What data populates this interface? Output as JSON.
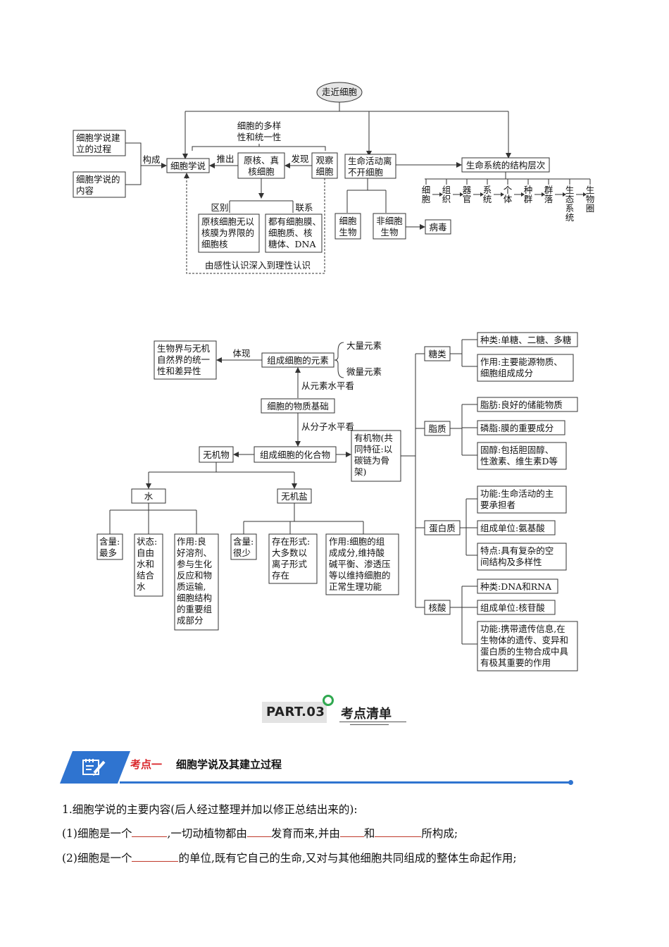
{
  "diagram1": {
    "root": "走近细胞",
    "diversity": [
      "细胞的多样",
      "性和统一性"
    ],
    "theory_process": [
      "细胞学说建",
      "立的过程"
    ],
    "theory_content": [
      "细胞学说的",
      "内容"
    ],
    "constitute": "构成",
    "cell_theory": "细胞学说",
    "infer": "推出",
    "pro_eu": [
      "原核、真",
      "核细胞"
    ],
    "discover": "发现",
    "observe": [
      "观察",
      "细胞"
    ],
    "difference": "区别",
    "connection": "联系",
    "diff_detail": [
      "原核细胞无以",
      "核膜为界限的",
      "细胞核"
    ],
    "conn_detail": [
      "都有细胞膜、",
      "细胞质、核",
      "糖体、DNA"
    ],
    "perceptual": "由感性认识深入到理性认识",
    "life_activity": [
      "生命活动离",
      "不开细胞"
    ],
    "cell_org": [
      "细胞",
      "生物"
    ],
    "noncell_org": [
      "非细胞",
      "生物"
    ],
    "virus": "病毒",
    "structure_levels": "生命系统的结构层次",
    "levels": [
      "细胞",
      "组织",
      "器官",
      "系统",
      "个体",
      "种群",
      "群落",
      "生态系统",
      "生物圈"
    ]
  },
  "diagram2": {
    "unity": [
      "生物界与无机",
      "自然界的统一",
      "性和差异性"
    ],
    "embody": "体现",
    "elements": "组成细胞的元素",
    "macro": "大量元素",
    "micro": "微量元素",
    "from_element": "从元素水平看",
    "material_basis": "细胞的物质基础",
    "from_molecule": "从分子水平看",
    "compounds": "组成细胞的化合物",
    "inorganic": "无机物",
    "organic": [
      "有机物(共",
      "同特征:以",
      "碳链为骨",
      "架)"
    ],
    "water": "水",
    "salt": "无机盐",
    "water_amount": [
      "含量:",
      "最多"
    ],
    "water_state": [
      "状态:",
      "自由",
      "水和",
      "结合",
      "水"
    ],
    "water_role": [
      "作用:良",
      "好溶剂、",
      "参与生化",
      "反应和物",
      "质运输,",
      "细胞结构",
      "的重要组",
      "成部分"
    ],
    "salt_amount": [
      "含量:",
      "很少"
    ],
    "salt_form": [
      "存在形式:",
      "大多数以",
      "离子形式",
      "存在"
    ],
    "salt_role": [
      "作用:细胞的组",
      "成成分,维持酸",
      "碱平衡、渗透压",
      "等以维持细胞的",
      "正常生理功能"
    ],
    "sugar": "糖类",
    "sugar_kinds": "种类:单糖、二糖、多糖",
    "sugar_role": [
      "作用:主要能源物质、",
      "细胞组成成分"
    ],
    "lipid": "脂质",
    "fat": "脂肪:良好的储能物质",
    "phospholipid": "磷脂:膜的重要成分",
    "sterol": [
      "固醇:包括胆固醇、",
      "性激素、维生素D等"
    ],
    "protein": "蛋白质",
    "protein_func": [
      "功能:生命活动的主",
      "要承担者"
    ],
    "protein_unit": "组成单位:氨基酸",
    "protein_feat": [
      "特点:具有复杂的空",
      "间结构及多样性"
    ],
    "nucleic": "核酸",
    "nucleic_kinds": "种类:DNA和RNA",
    "nucleic_unit": "组成单位:核苷酸",
    "nucleic_func": [
      "功能:携带遗传信息,在",
      "生物体的遗传、变异和",
      "蛋白质的生物合成中具",
      "有极其重要的作用"
    ]
  },
  "part": {
    "code": "PART.03",
    "title": "考点清单"
  },
  "kaodian": {
    "label": "考点一",
    "title": "细胞学说及其建立过程"
  },
  "text": {
    "line1": "1.细胞学说的主要内容(后人经过整理并加以修正总结出来的):",
    "line2a": "(1)细胞是一个",
    "line2b": ",一切动植物都由",
    "line2c": "发育而来,并由",
    "line2d": "和",
    "line2e": "所构成;",
    "line3a": "(2)细胞是一个",
    "line3b": "的单位,既有它自己的生命,又对与其他细胞共同组成的整体生命起作用;"
  },
  "colors": {
    "accent_blue": "#2f74d0",
    "accent_red": "#d9262b",
    "ring_green": "#2fa84f"
  }
}
